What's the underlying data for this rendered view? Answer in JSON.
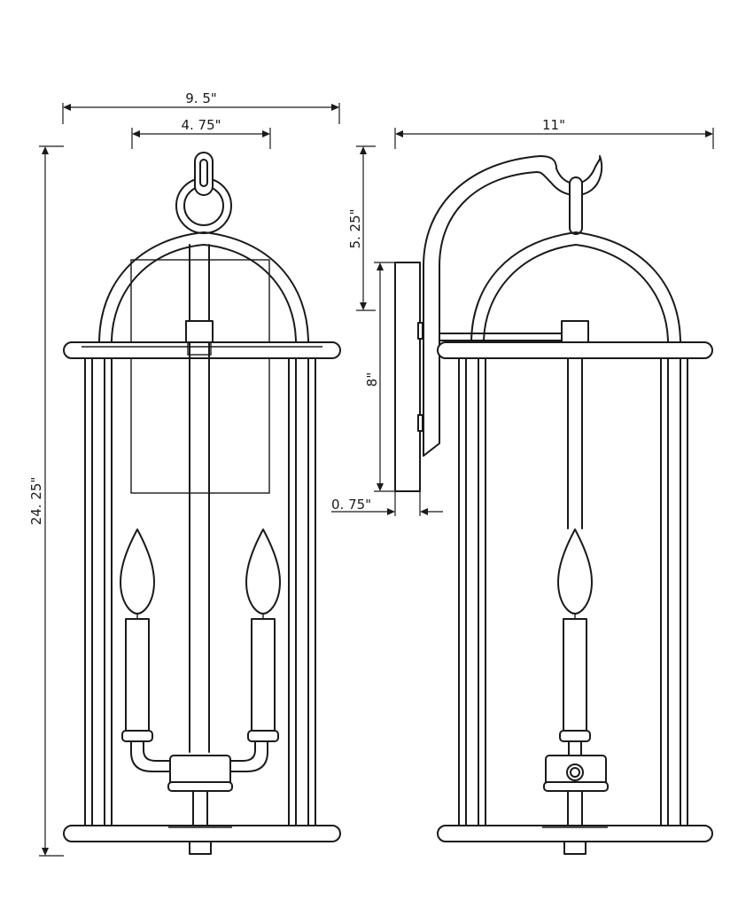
{
  "dimensions": {
    "width_overall": "9. 5\"",
    "width_top_mount": "4. 75\"",
    "height_overall": "24. 25\"",
    "depth_overall": "11\"",
    "arm_rise": "5. 25\"",
    "backplate_height": "8\"",
    "backplate_depth": "0. 75\""
  }
}
